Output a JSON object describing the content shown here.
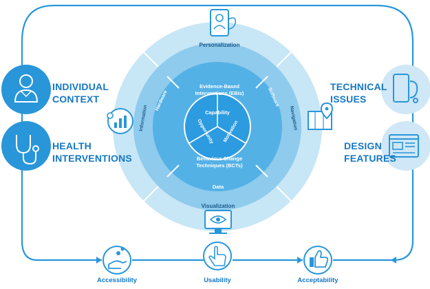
{
  "colors": {
    "frame": "#2996d9",
    "ring_outer": "#c7e6f6",
    "ring_mid": "#8fcbec",
    "ring_inner": "#54b1e6",
    "core": "#2c9be0",
    "text_blue": "#1478c4",
    "icon_blue": "#2996d9"
  },
  "left_items": [
    {
      "line1": "INDIVIDUAL",
      "line2": "CONTEXT",
      "icon": "person-icon"
    },
    {
      "line1": "HEALTH",
      "line2": "INTERVENTIONS",
      "icon": "stethoscope-icon"
    }
  ],
  "right_items": [
    {
      "line1": "TECHNICAL",
      "line2": "ISSUES",
      "icon": "phone-stethoscope-icon"
    },
    {
      "line1": "DESIGN",
      "line2": "FEATURES",
      "icon": "webpage-layout-icon"
    }
  ],
  "bottom_items": [
    {
      "label": "Accessibility",
      "icon": "hand-coin-icon"
    },
    {
      "label": "Usability",
      "icon": "touch-hand-icon"
    },
    {
      "label": "Acceptability",
      "icon": "thumbs-up-icon"
    }
  ],
  "outer_ring": {
    "top": "Personalization",
    "left": "Information",
    "right": "Navigation",
    "bottom": "Visualization"
  },
  "mid_ring": {
    "left": "Hardware",
    "right": "Software",
    "bottom": "Data"
  },
  "center": {
    "ebi_line1": "Evidence-Based",
    "ebi_line2": "Interventions (EBIs)",
    "bct_line1": "Behaviour Change",
    "bct_line2": "Techniques (BCTs)",
    "segments": [
      "Capability",
      "Opportunity",
      "Motivation"
    ]
  }
}
